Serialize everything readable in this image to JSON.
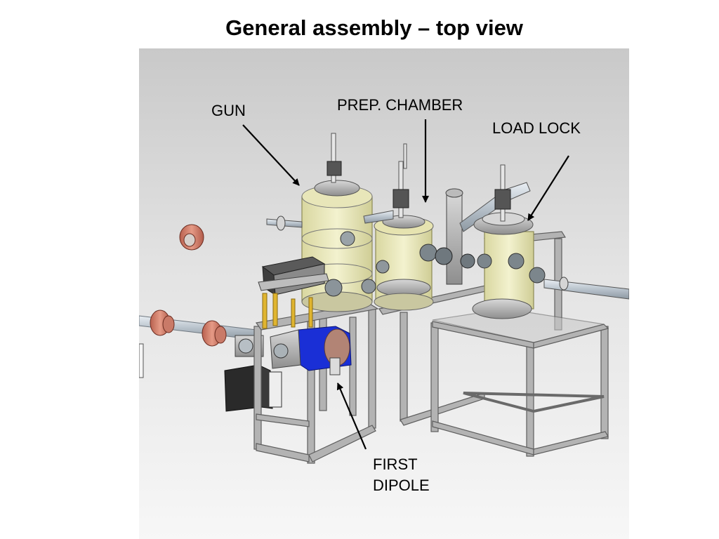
{
  "title": "General assembly – top view",
  "labels": {
    "gun": "GUN",
    "prep_chamber": "PREP. CHAMBER",
    "load_lock": "LOAD LOCK",
    "first_dipole_line1": "FIRST",
    "first_dipole_line2": "DIPOLE"
  },
  "colors": {
    "background_top": "#c9c9c9",
    "frame": "#a9a9a9",
    "chamber_glass": "#e8e6b0",
    "magnet_coil": "#d98a78",
    "dipole": "#1a2fd6",
    "support_post": "#e0b530",
    "electronics_box": "#2a2a2a"
  }
}
